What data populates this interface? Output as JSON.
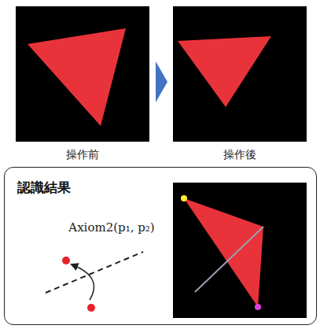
{
  "diagram": {
    "nodes": [
      {
        "text": [
          "認識結果"
        ]
      }
    ],
    "labels": [
      "操作前",
      "操作後",
      "Axiom2(p₁, p₂)"
    ]
  }
}
